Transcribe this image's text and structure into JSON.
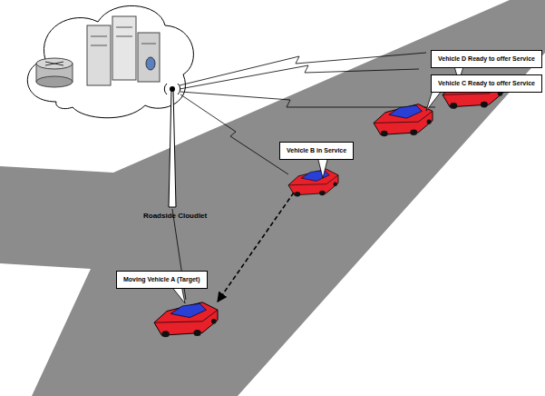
{
  "diagram": {
    "nodes": [
      {
        "text": [
          "Vehicle D Ready to offer Service"
        ]
      },
      {
        "text": [
          "Vehicle C Ready to offer Service"
        ]
      },
      {
        "text": [
          "Vehicle B in Service"
        ]
      },
      {
        "text": [
          "Moving Vehicle A (Target)"
        ]
      }
    ],
    "labels": [
      "Roadside Cloudlet"
    ]
  }
}
